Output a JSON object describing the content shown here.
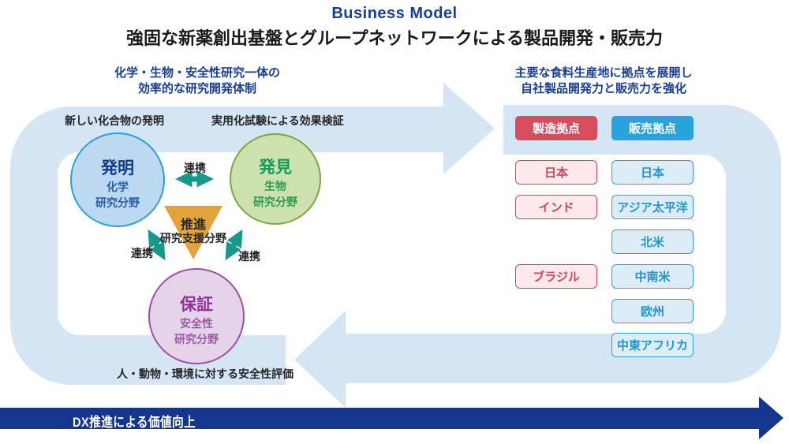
{
  "header": {
    "title": "Business Model",
    "subtitle": "強固な新薬創出基盤とグループネットワークによる製品開発・販売力"
  },
  "research_cycle": {
    "heading_line1": "化学・生物・安全性研究一体の",
    "heading_line2": "効率的な研究開発体制",
    "label_invention": "新しい化合物の発明",
    "label_validation": "実用化試験による効果検証",
    "label_safety": "人・動物・環境に対する安全性評価",
    "link_label": "連携",
    "invention": {
      "name": "発明",
      "field1": "化学",
      "field2": "研究分野"
    },
    "discovery": {
      "name": "発見",
      "field1": "生物",
      "field2": "研究分野"
    },
    "assurance": {
      "name": "保証",
      "field1": "安全性",
      "field2": "研究分野"
    },
    "promotion": {
      "name": "推進",
      "field": "研究支援分野"
    }
  },
  "network": {
    "heading_line1": "主要な食料生産地に拠点を展開し",
    "heading_line2": "自社製品開発力と販売力を強化",
    "manufacturing_header": "製造拠点",
    "sales_header": "販売拠点",
    "manufacturing_items": [
      "日本",
      "インド",
      "ブラジル"
    ],
    "sales_items": [
      "日本",
      "アジア太平洋",
      "北米",
      "中南米",
      "欧州",
      "中東アフリカ"
    ]
  },
  "footer": {
    "dx_label": "DX推進による価値向上"
  },
  "colors": {
    "band_blue": "#D6E5F4",
    "navy": "#14368C",
    "heading_blue": "#1A3F94",
    "teal": "#17988B",
    "triangle_orange": "#E3A33C",
    "manufacturing_red": "#D84C60",
    "sales_blue": "#29A3DC"
  }
}
